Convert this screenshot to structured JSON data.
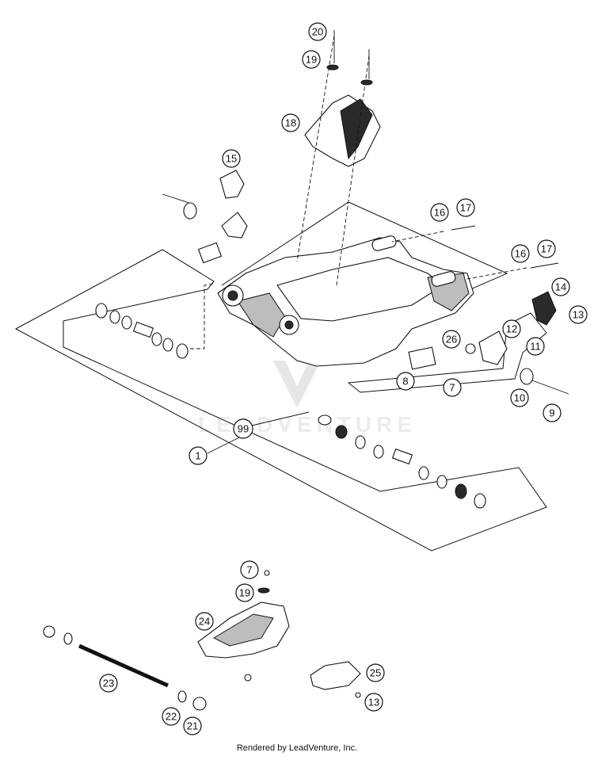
{
  "diagram": {
    "callouts": [
      "1",
      "7",
      "7",
      "8",
      "9",
      "10",
      "11",
      "12",
      "13",
      "13",
      "14",
      "15",
      "16",
      "16",
      "17",
      "17",
      "18",
      "19",
      "19",
      "20",
      "21",
      "22",
      "23",
      "24",
      "25",
      "26",
      "99"
    ]
  },
  "watermark": {
    "text": "LEADVENTURE"
  },
  "footer": {
    "text": "Rendered by LeadVenture, Inc."
  },
  "colors": {
    "line": "#111111",
    "background": "#ffffff",
    "watermark": "#e6e6e6"
  }
}
